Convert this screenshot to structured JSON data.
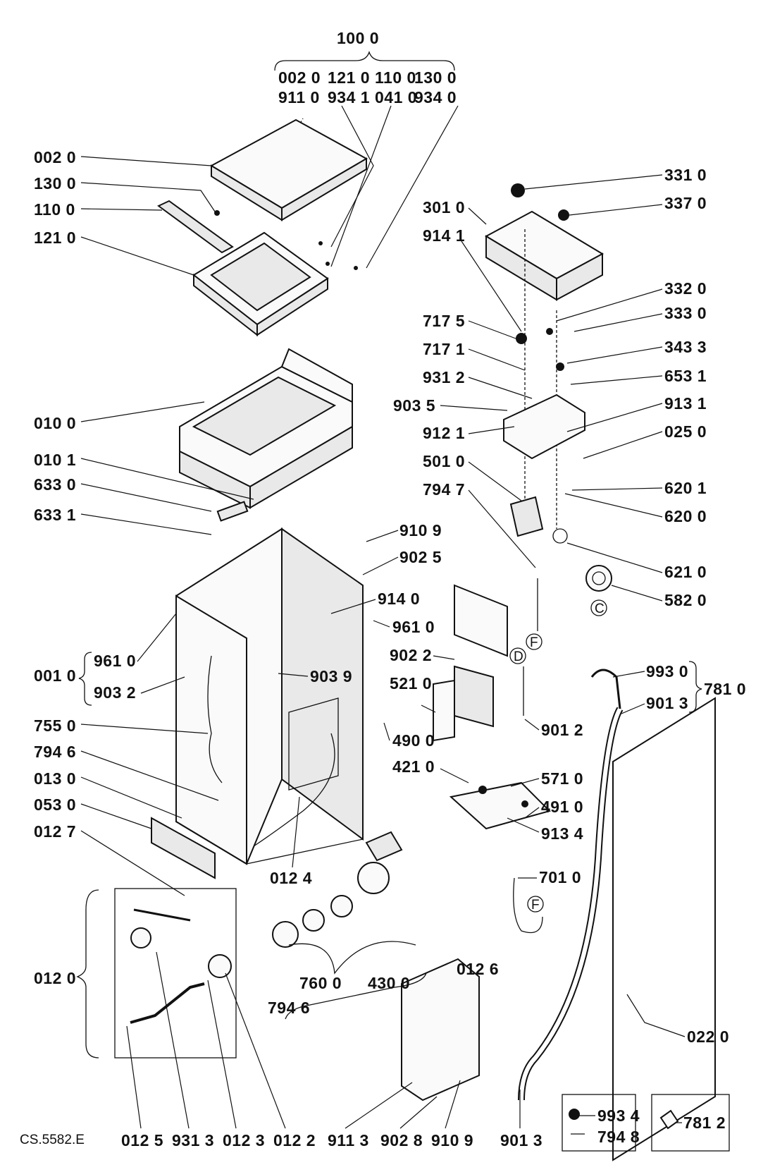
{
  "assembly": {
    "top_group": "100 0",
    "top_group_row1": [
      "002 0",
      "121 0",
      "110 0",
      "130 0"
    ],
    "top_group_row2": [
      "911 0",
      "934 1",
      "041 0",
      "934 0"
    ]
  },
  "left_labels": [
    "002 0",
    "130 0",
    "110 0",
    "121 0",
    "010 0",
    "010 1",
    "633 0",
    "633 1",
    "755 0",
    "794 6",
    "013 0",
    "053 0",
    "012 7",
    "012 0"
  ],
  "cabinet_group": {
    "main": "001  0",
    "sub": [
      "961 0",
      "903 2"
    ]
  },
  "right_labels": [
    "331 0",
    "337 0",
    "301 0",
    "914 1",
    "332 0",
    "333 0",
    "717 5",
    "717 1",
    "343 3",
    "653 1",
    "931 2",
    "903 5",
    "913 1",
    "912 1",
    "025 0",
    "501 0",
    "620 1",
    "794 7",
    "620 0",
    "621 0",
    "582 0"
  ],
  "middle_labels": [
    "910 9",
    "902 5",
    "914 0",
    "961 0",
    "903 9",
    "902 2",
    "521 0",
    "490 0",
    "421 0",
    "901 2",
    "571 0",
    "491 0",
    "913 4",
    "701 0",
    "012 4",
    "012 6",
    "760 0",
    "430 0",
    "794 6"
  ],
  "drain_group": {
    "main": "781 0",
    "sub": [
      "993 0",
      "901 3"
    ]
  },
  "panel_label": "022 0",
  "bottom_labels": [
    "012 5",
    "931 3",
    "012 3",
    "012 2",
    "911 3",
    "902 8",
    "910 9",
    "901 3"
  ],
  "connector_letters": [
    "C",
    "D",
    "F",
    "F"
  ],
  "small_box": {
    "items": [
      "993 4",
      "794 8"
    ]
  },
  "small_box2": {
    "item": "781 2"
  },
  "footer_code": "CS.5582.E"
}
